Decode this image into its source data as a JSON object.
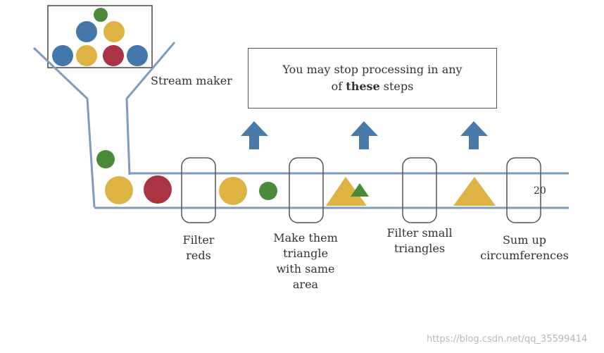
{
  "labels": {
    "stream_maker": "Stream maker",
    "filter_reds": "Filter\nreds",
    "make_triangle": "Make them\ntriangle\nwith same\narea",
    "filter_small": "Filter small\ntriangles",
    "sum_up": "Sum up\ncircumferences",
    "result": "20"
  },
  "note": {
    "line1": "You may stop processing in any",
    "line2_prefix": "of ",
    "line2_bold": "these",
    "line2_suffix": " steps"
  },
  "watermark": "https://blog.csdn.net/qq_35599414",
  "colors": {
    "blue": "#4477aa",
    "yellow": "#ddb444",
    "red": "#aa3344",
    "green": "#4a8a3a",
    "arrow": "#4a7aa7",
    "pipe": "#7f9cbf"
  }
}
